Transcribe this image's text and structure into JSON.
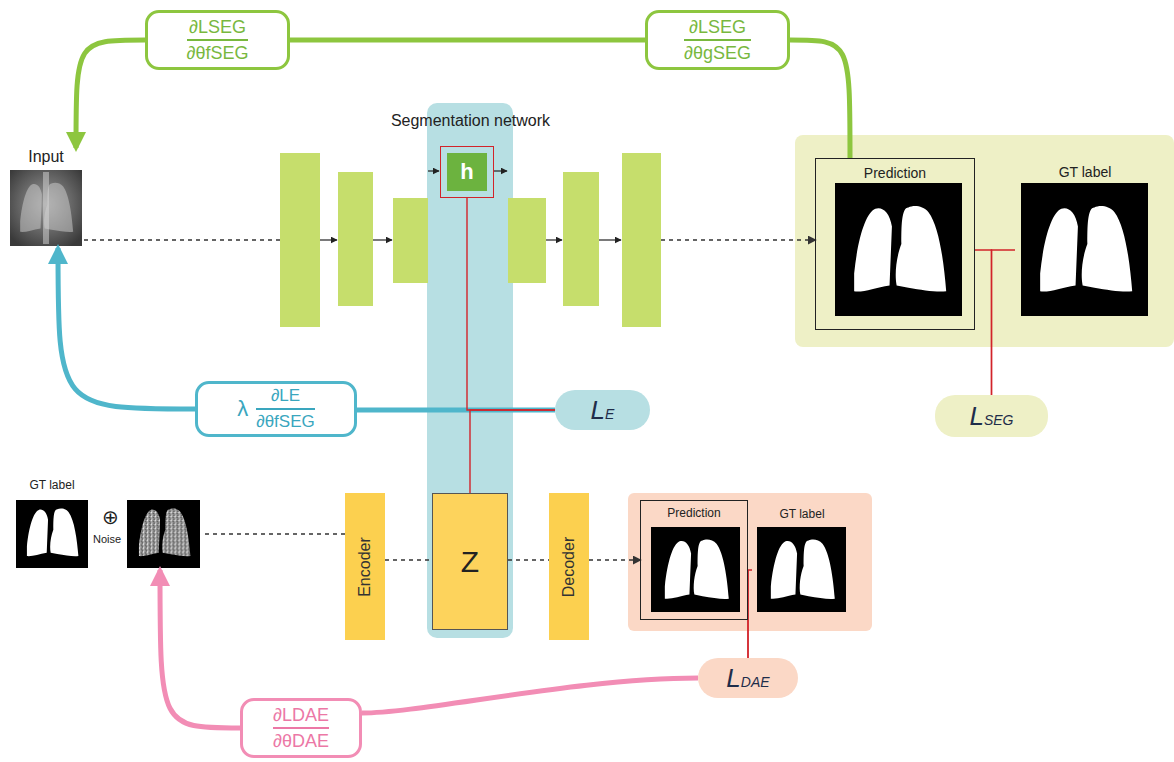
{
  "diagram": {
    "nodes": [
      {
        "text": [
          "∂LSEG",
          "∂θfSEG"
        ]
      },
      {
        "text": [
          "∂LSEG",
          "∂θgSEG"
        ]
      },
      {
        "text": [
          "Input"
        ]
      },
      {
        "text": [
          "Segmentation network"
        ]
      },
      {
        "text": [
          "h"
        ],
        "in": 3
      },
      {
        "text": [
          "Prediction"
        ]
      },
      {
        "text": [
          "GT label"
        ]
      },
      {
        "text": [
          "λ",
          "∂LE",
          "∂θfSEG"
        ]
      },
      {
        "text": [
          "LE"
        ]
      },
      {
        "text": [
          "LSEG"
        ]
      },
      {
        "text": [
          "GT label"
        ]
      },
      {
        "text": [
          "Encoder"
        ]
      },
      {
        "text": [
          "Z"
        ]
      },
      {
        "text": [
          "Decoder"
        ]
      },
      {
        "text": [
          "Prediction"
        ]
      },
      {
        "text": [
          "GT label"
        ]
      },
      {
        "text": [
          "LDAE"
        ]
      },
      {
        "text": [
          "∂LDAE",
          "∂θDAE"
        ]
      }
    ],
    "edges": [
      {
        "from": 0,
        "to": 2,
        "arrow": "to"
      },
      {
        "from": 1,
        "to": 0,
        "arrow": "none"
      },
      {
        "from": 5,
        "to": 1,
        "arrow": "none"
      },
      {
        "from": 7,
        "to": 2,
        "arrow": "to"
      },
      {
        "from": 8,
        "to": 7,
        "arrow": "none"
      },
      {
        "from": 2,
        "to": 3,
        "arrow": "none"
      },
      {
        "from": 3,
        "to": 5,
        "arrow": "to"
      },
      {
        "from": 5,
        "to": 9,
        "arrow": "none"
      },
      {
        "from": 6,
        "to": 9,
        "arrow": "none"
      },
      {
        "from": 4,
        "to": 8,
        "arrow": "none"
      },
      {
        "from": 12,
        "to": 8,
        "arrow": "none"
      },
      {
        "from": 10,
        "to": 11,
        "arrow": "none"
      },
      {
        "from": 11,
        "to": 12,
        "arrow": "none"
      },
      {
        "from": 12,
        "to": 13,
        "arrow": "none"
      },
      {
        "from": 13,
        "to": 14,
        "arrow": "to"
      },
      {
        "from": 14,
        "to": 16,
        "arrow": "none"
      },
      {
        "from": 15,
        "to": 16,
        "arrow": "none"
      },
      {
        "from": 16,
        "to": 17,
        "arrow": "none"
      },
      {
        "from": 17,
        "to": 10,
        "arrow": "to"
      }
    ],
    "labels": [
      "⊕",
      "Noise"
    ]
  }
}
